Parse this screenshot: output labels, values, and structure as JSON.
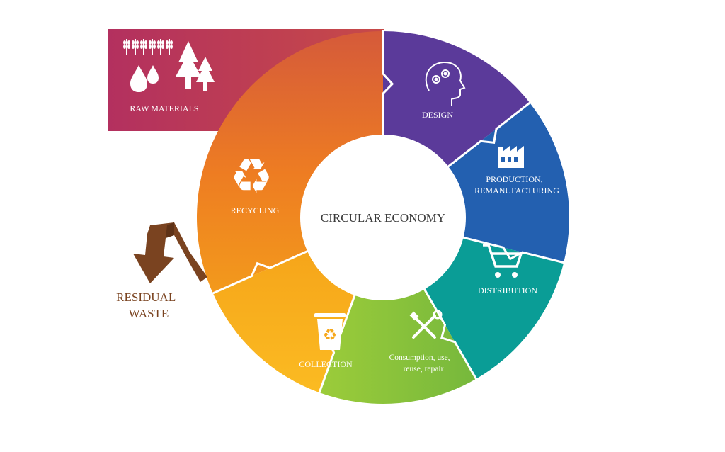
{
  "center": {
    "label": "CIRCULAR ECONOMY"
  },
  "raw_materials": {
    "label": "RAW MATERIALS",
    "color": "#b5305f"
  },
  "stages": [
    {
      "id": "design",
      "lines": [
        "DESIGN"
      ],
      "color": "#5b3a9a",
      "icon": "head-gears-icon"
    },
    {
      "id": "production",
      "lines": [
        "PRODUCTION,",
        "REMANUFACTURING"
      ],
      "color": "#2360b0",
      "icon": "factory-icon"
    },
    {
      "id": "distribution",
      "lines": [
        "DISTRIBUTION"
      ],
      "color": "#0a9d96",
      "icon": "cart-icon"
    },
    {
      "id": "consumption",
      "lines": [
        "Consumption, use,",
        "reuse, repair"
      ],
      "color": "#7fbf3a",
      "icon": "tools-icon"
    },
    {
      "id": "collection",
      "lines": [
        "COLLECTION"
      ],
      "color": "#f6a81c",
      "icon": "recycle-bin-icon"
    },
    {
      "id": "recycling",
      "lines": [
        "RECYCLING"
      ],
      "color": "#ea7c22",
      "icon": "recycle-icon"
    }
  ],
  "residual_waste": {
    "lines": [
      "RESIDUAL",
      "WASTE"
    ],
    "color": "#7a4320"
  }
}
